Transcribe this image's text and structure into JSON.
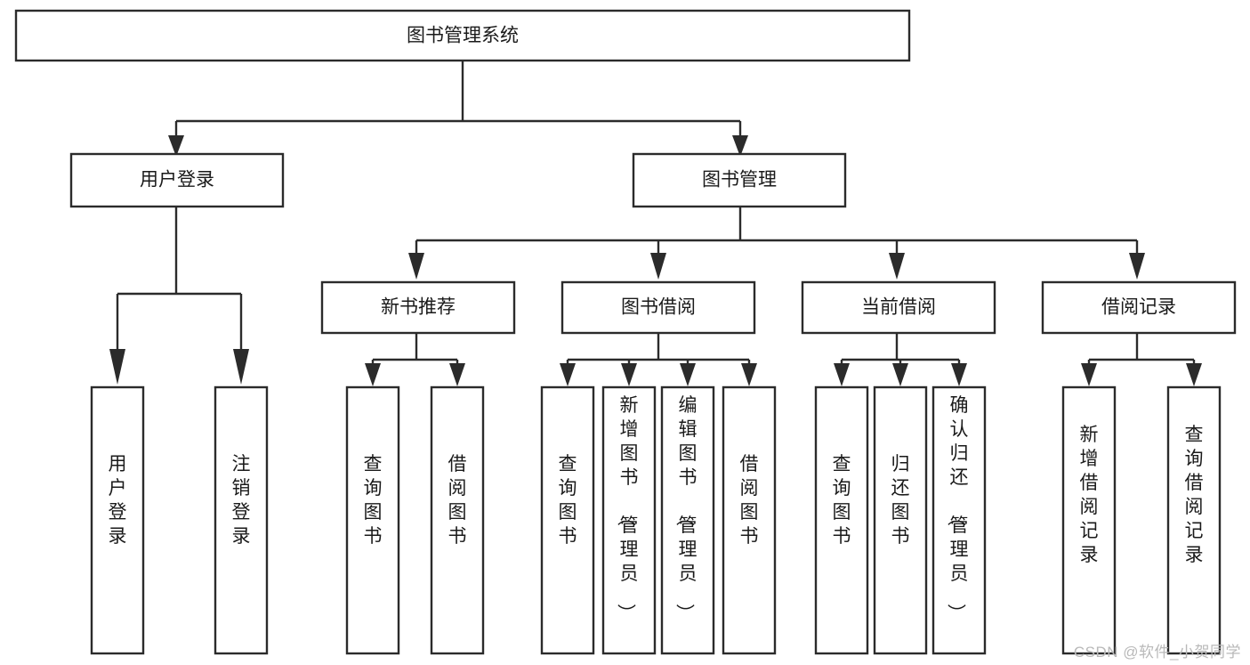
{
  "diagram": {
    "type": "tree-hierarchy",
    "title": "图书管理系统",
    "orientation": "top-down",
    "background_color": "#ffffff",
    "line_color": "#2b2b2b",
    "text_color": "#1a1a1a",
    "root": {
      "id": "root",
      "label": "图书管理系统",
      "level": 0
    },
    "level1": [
      {
        "id": "user-login",
        "label": "用户登录",
        "level": 1
      },
      {
        "id": "book-manage",
        "label": "图书管理",
        "level": 1
      }
    ],
    "level2": [
      {
        "id": "new-book-recommend",
        "label": "新书推荐",
        "parent": "book-manage",
        "level": 2
      },
      {
        "id": "book-borrow",
        "label": "图书借阅",
        "parent": "book-manage",
        "level": 2
      },
      {
        "id": "current-borrow",
        "label": "当前借阅",
        "parent": "book-manage",
        "level": 2
      },
      {
        "id": "borrow-record",
        "label": "借阅记录",
        "parent": "book-manage",
        "level": 2
      }
    ],
    "leaves": [
      {
        "id": "leaf-user-login",
        "label": "用户登录",
        "parent": "user-login"
      },
      {
        "id": "leaf-user-logout",
        "label": "注销登录",
        "parent": "user-login"
      },
      {
        "id": "leaf-query-book-1",
        "label": "查询图书",
        "parent": "new-book-recommend"
      },
      {
        "id": "leaf-borrow-book-1",
        "label": "借阅图书",
        "parent": "new-book-recommend"
      },
      {
        "id": "leaf-query-book-2",
        "label": "查询图书",
        "parent": "book-borrow"
      },
      {
        "id": "leaf-add-book",
        "label": "新增图书（管理员）",
        "parent": "book-borrow"
      },
      {
        "id": "leaf-edit-book",
        "label": "编辑图书（管理员）",
        "parent": "book-borrow"
      },
      {
        "id": "leaf-borrow-book-2",
        "label": "借阅图书",
        "parent": "book-borrow"
      },
      {
        "id": "leaf-query-book-3",
        "label": "查询图书",
        "parent": "current-borrow"
      },
      {
        "id": "leaf-return-book",
        "label": "归还图书",
        "parent": "current-borrow"
      },
      {
        "id": "leaf-confirm-return",
        "label": "确认归还（管理员）",
        "parent": "current-borrow"
      },
      {
        "id": "leaf-add-record",
        "label": "新增借阅记录",
        "parent": "borrow-record"
      },
      {
        "id": "leaf-query-record",
        "label": "查询借阅记录",
        "parent": "borrow-record"
      }
    ]
  },
  "watermark": {
    "text": "CSDN @软件_小贺同学"
  }
}
